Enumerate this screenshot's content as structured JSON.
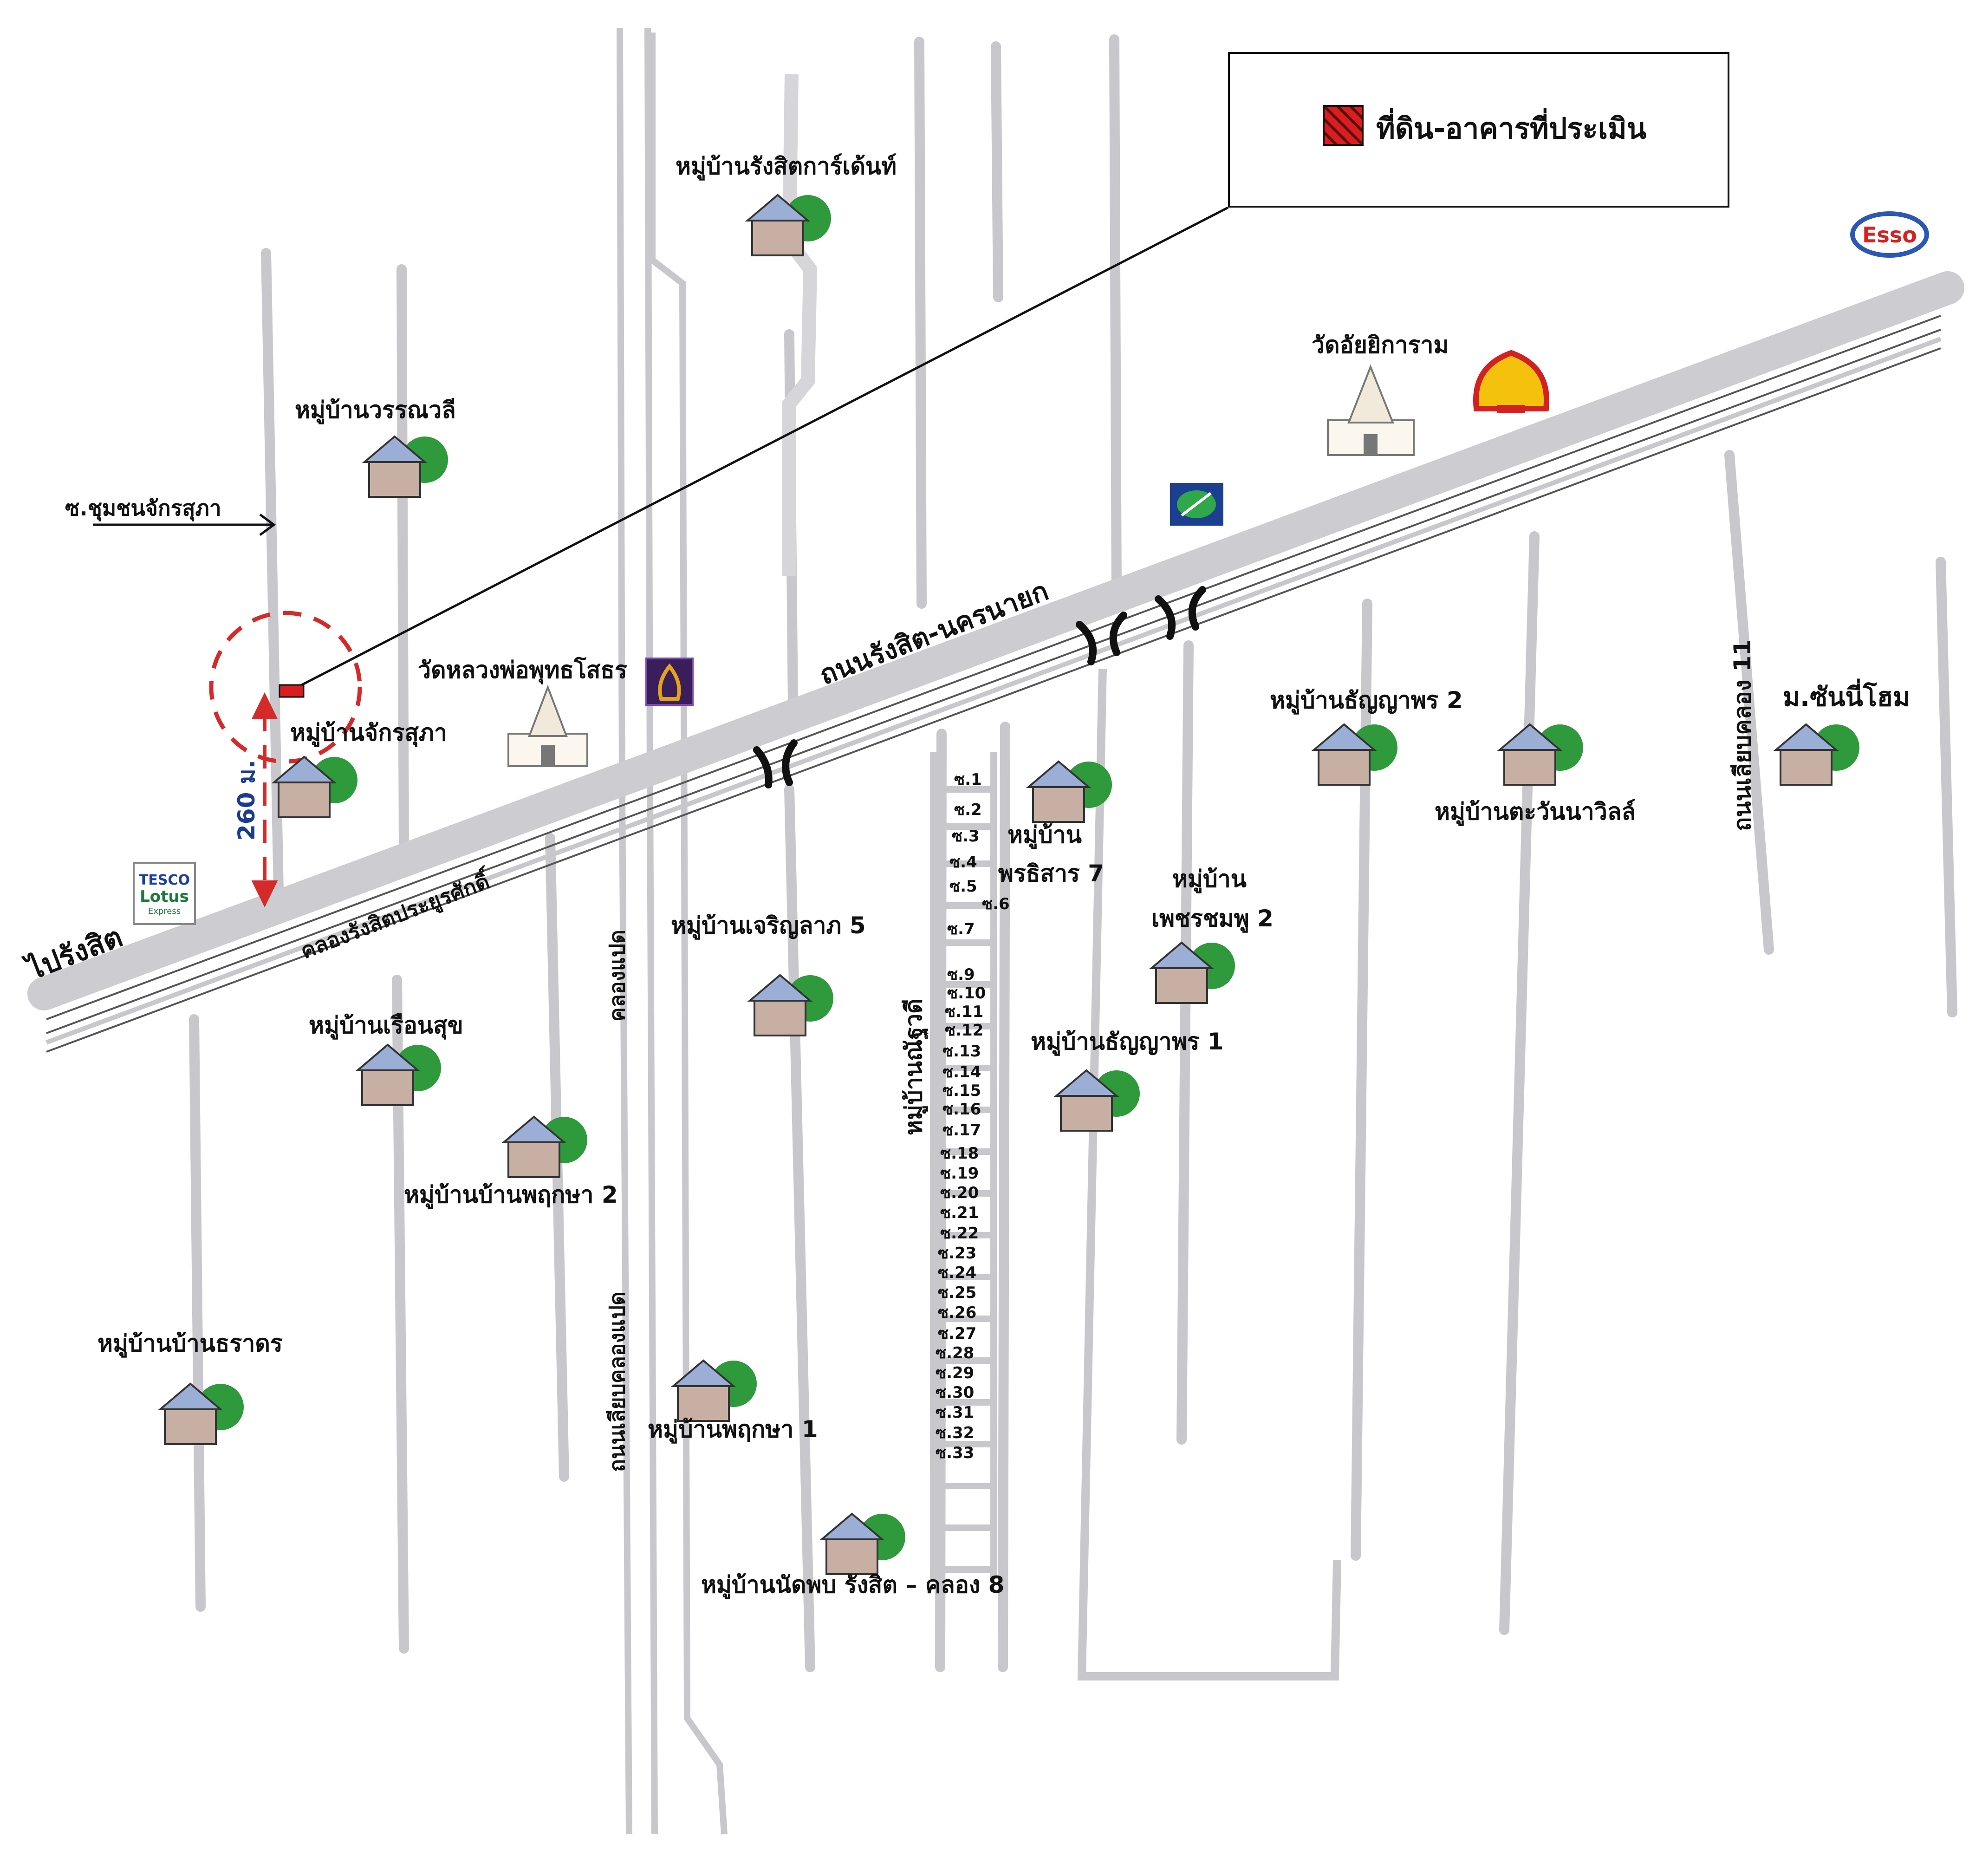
{
  "legend": {
    "title": "ที่ดิน-อาคารที่ประเมิน",
    "swatch_color": "#d81e1e"
  },
  "roads": {
    "main_highway": "ถนนรังสิต-นครนายก",
    "canal": "คลองรังสิตประยูรศักดิ์",
    "klong_paet": "คลองแปด",
    "klong_paet_road": "ถนนเลียบคลองแปด",
    "klong_11_road": "ถนนเลียบคลอง 11",
    "to_rangsit": "ไปรังสิต",
    "soi_chumchon": "ซ.ชุมชนจักรสุภา"
  },
  "distance": {
    "label": "260 ม."
  },
  "sois": [
    "ซ.1",
    "ซ.2",
    "ซ.3",
    "ซ.4",
    "ซ.5",
    "ซ.6",
    "ซ.7",
    "ซ.9",
    "ซ.10",
    "ซ.11",
    "ซ.12",
    "ซ.13",
    "ซ.14",
    "ซ.15",
    "ซ.16",
    "ซ.17",
    "ซ.18",
    "ซ.19",
    "ซ.20",
    "ซ.21",
    "ซ.22",
    "ซ.23",
    "ซ.24",
    "ซ.25",
    "ซ.26",
    "ซ.27",
    "ซ.28",
    "ซ.29",
    "ซ.30",
    "ซ.31",
    "ซ.32",
    "ซ.33"
  ],
  "villages": {
    "rangsit_garden": "หมู่บ้านรังสิตการ์เด้นท์",
    "wannawalee": "หมู่บ้านวรรณวลี",
    "jaksupa": "หมู่บ้านจักรสุภา",
    "ruen_suk": "หมู่บ้านเรือนสุข",
    "pruksa_2": "หมู่บ้านบ้านพฤกษา 2",
    "thanyaporn_2": "หมู่บ้านธัญญาพร 2",
    "tawanna_ville": "หมู่บ้านตะวันนาวิลล์",
    "pornthisarn_7_a": "หมู่บ้าน",
    "pornthisarn_7_b": "พรธิสาร 7",
    "petchchompoo_2_a": "หมู่บ้าน",
    "petchchompoo_2_b": "เพชรชมพู 2",
    "charoenlarp_5": "หมู่บ้านเจริญลาภ 5",
    "thanyaporn_1": "หมู่บ้านธัญญาพร 1",
    "baan_tharadol": "หมู่บ้านบ้านธราดร",
    "pruksa_1": "หมู่บ้านพฤกษา 1",
    "natpob": "หมู่บ้านนัดพบ รังสิต – คลอง 8",
    "nanthawi": "หมู่บ้านณัฐวดี",
    "sunny_home": "ม.ซันนี่โฮม"
  },
  "landmarks": {
    "wat_luang_por": "วัดหลวงพ่อพุทธโสธร",
    "wat_aiyikaram": "วัดอัยยิการาม",
    "esso": "Esso",
    "tesco_1": "TESCO",
    "tesco_2": "Lotus",
    "tesco_3": "Express"
  }
}
